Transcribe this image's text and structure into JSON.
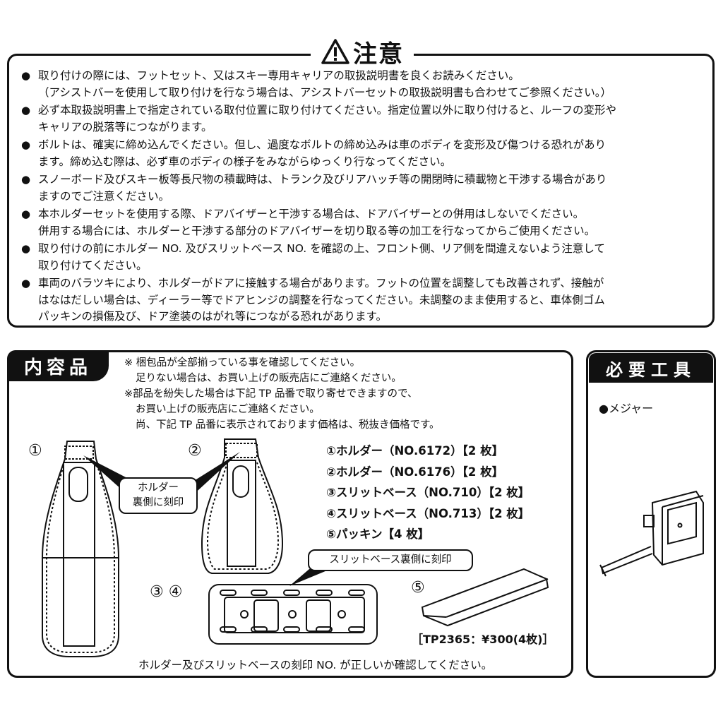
{
  "caution": {
    "title": "注意",
    "items": [
      {
        "lines": [
          "取り付けの際には、フットセット、又はスキー専用キャリアの取扱説明書を良くお読みください。",
          "（アシストバーを使用して取り付けを行なう場合は、アシストバーセットの取扱説明書も合わせてご参照ください。）"
        ]
      },
      {
        "lines": [
          "必ず本取扱説明書上で指定されている取付位置に取り付けてください。指定位置以外に取り付けると、ルーフの変形や",
          "キャリアの脱落等につながります。"
        ]
      },
      {
        "lines": [
          "ボルトは、確実に締め込んでください。但し、過度なボルトの締め込みは車のボディを変形及び傷つける恐れがあり",
          "ます。締め込む際は、必ず車のボディの様子をみながらゆっくり行なってください。"
        ]
      },
      {
        "lines": [
          "スノーボード及びスキー板等長尺物の積載時は、トランク及びリアハッチ等の開閉時に積載物と干渉する場合があり",
          "ますのでご注意ください。"
        ]
      },
      {
        "lines": [
          "本ホルダーセットを使用する際、ドアバイザーと干渉する場合は、ドアバイザーとの併用はしないでください。",
          "併用する場合には、ホルダーと干渉する部分のドアバイザーを切り取る等の加工を行なってからご使用ください。"
        ]
      },
      {
        "lines": [
          "取り付けの前にホルダー NO. 及びスリットベース NO. を確認の上、フロント側、リア側を間違えないよう注意して",
          "取り付けてください。"
        ]
      },
      {
        "lines": [
          "車両のバラツキにより、ホルダーがドアに接触する場合があります。フットの位置を調整しても改善されず、接触が",
          "はなはだしい場合は、ディーラー等でドアヒンジの調整を行なってください。未調整のまま使用すると、車体側ゴム",
          "パッキンの損傷及び、ドア塗装のはがれ等につながる恐れがあります。"
        ]
      }
    ]
  },
  "contents": {
    "header": "内容品",
    "notes": [
      "※ 梱包品が全部揃っている事を確認してください。",
      "足りない場合は、お買い上げの販売店にご連絡ください。",
      "※部品を紛失した場合は下記 TP 品番で取り寄せできますので、",
      "お買い上げの販売店にご連絡ください。",
      "尚、下記 TP 品番に表示されております価格は、税抜き価格です。"
    ],
    "parts": [
      "①ホルダー（NO.6172）【2 枚】",
      "②ホルダー（NO.6176）【2 枚】",
      "③スリットベース（NO.710）【2 枚】",
      "④スリットベース（NO.713）【2 枚】",
      "⑤パッキン【4 枚】"
    ],
    "labels": {
      "n1": "①",
      "n2": "②",
      "n34": "③ ④",
      "n5": "⑤",
      "holder_callout_1": "ホルダー",
      "holder_callout_2": "裏側に刻印",
      "slit_callout": "スリットベース裏側に刻印",
      "tp": "［TP2365：¥300(4枚)］",
      "bottom": "ホルダー及びスリットベースの刻印 NO. が正しいか確認してください。"
    }
  },
  "tools": {
    "header": "必要工具",
    "items": [
      "●メジャー"
    ]
  }
}
